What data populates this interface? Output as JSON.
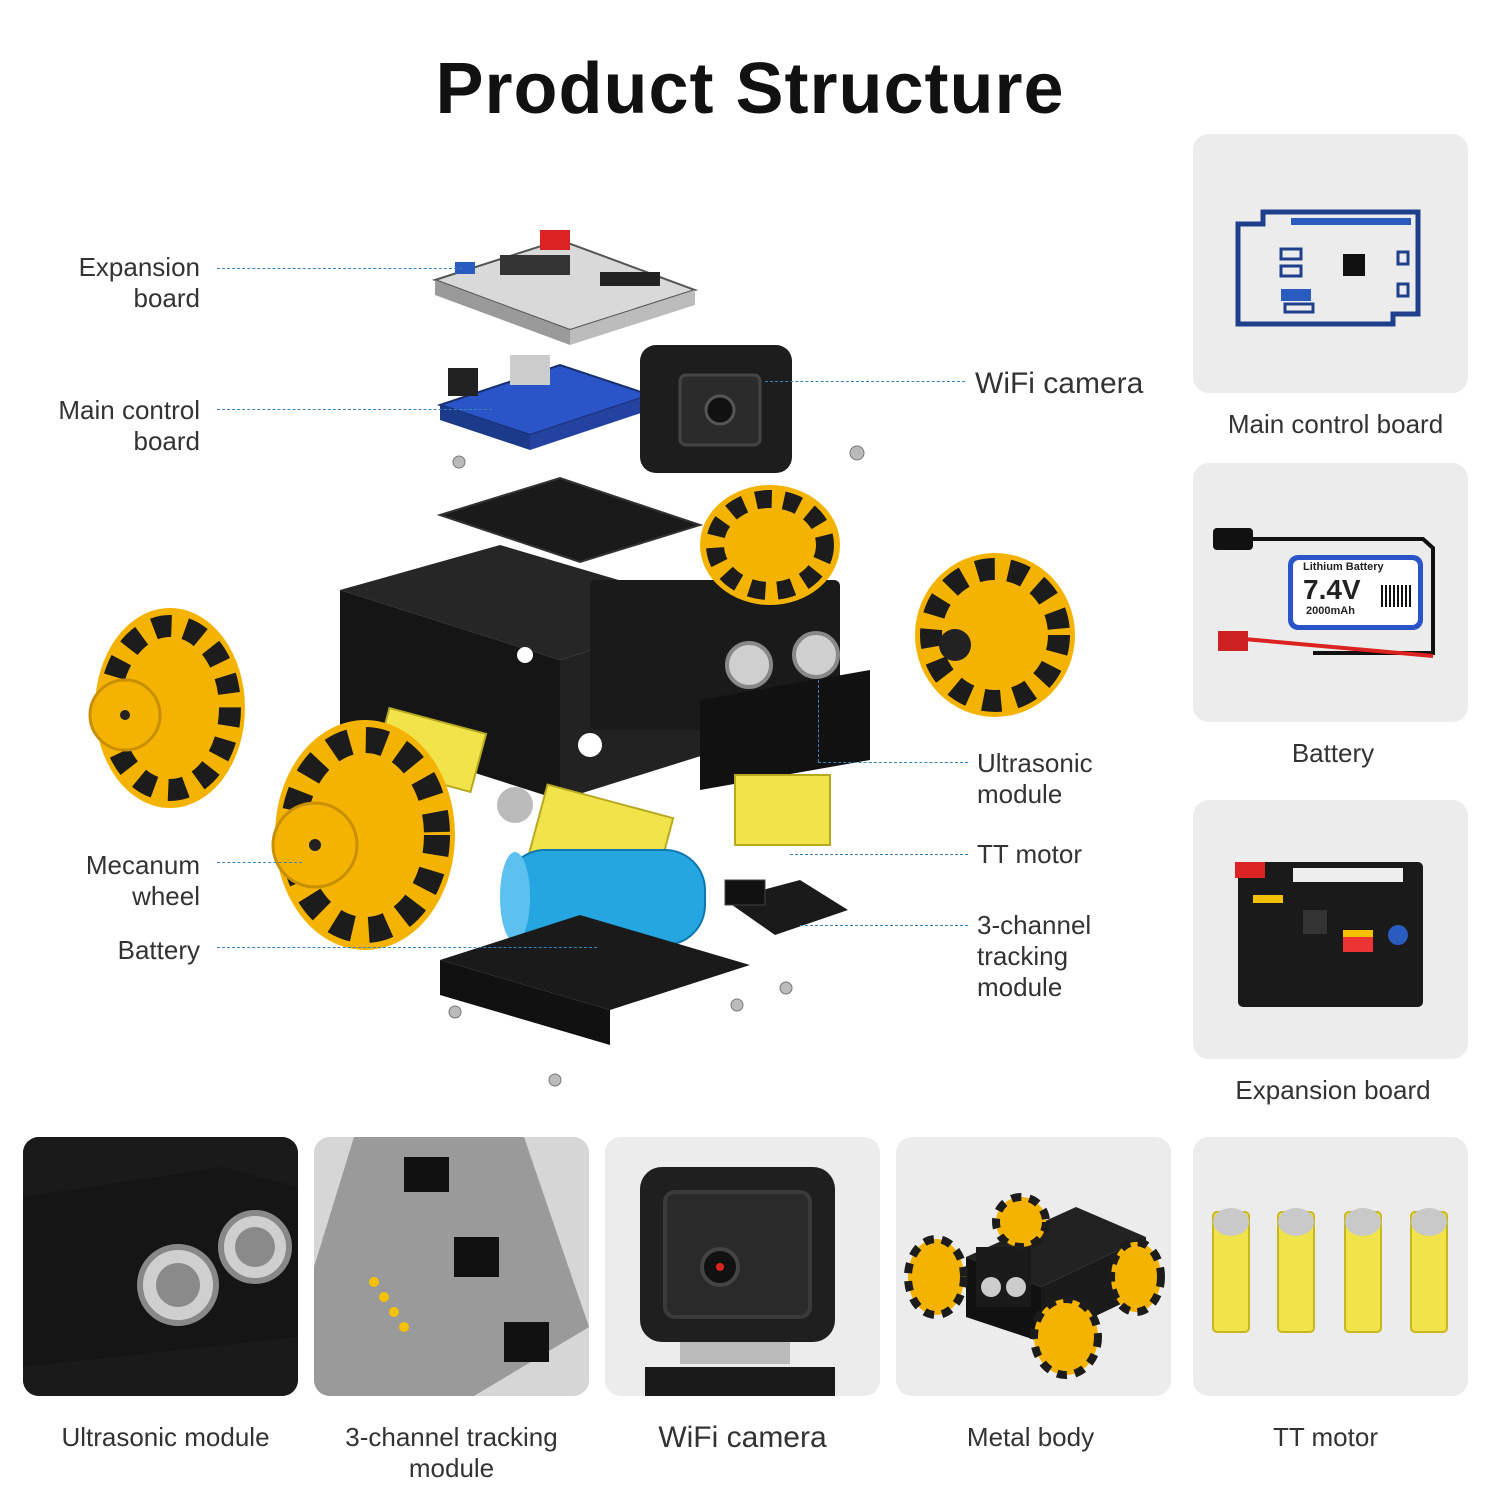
{
  "title": "Product Structure",
  "callouts_left": {
    "expansion_board": [
      "Expansion",
      "board"
    ],
    "main_control_board": [
      "Main control",
      "board"
    ],
    "mecanum_wheel": [
      "Mecanum",
      "wheel"
    ],
    "battery": [
      "Battery"
    ]
  },
  "callouts_right": {
    "wifi_camera": [
      "WiFi camera"
    ],
    "ultrasonic_module": [
      "Ultrasonic",
      "module"
    ],
    "tt_motor": [
      "TT motor"
    ],
    "tracking_module": [
      "3-channel",
      "tracking",
      "module"
    ]
  },
  "side_cards": [
    {
      "caption": "Main control board"
    },
    {
      "caption": "Battery",
      "battery_label": "Lithium Battery",
      "battery_voltage": "7.4V",
      "battery_capacity": "2000mAh"
    },
    {
      "caption": "Expansion board"
    }
  ],
  "bottom_cards": [
    {
      "caption": [
        "Ultrasonic module"
      ]
    },
    {
      "caption": [
        "3-channel tracking",
        "module"
      ]
    },
    {
      "caption": [
        "WiFi camera"
      ]
    },
    {
      "caption": [
        "Metal body"
      ]
    },
    {
      "caption": [
        "TT motor"
      ]
    }
  ],
  "colors": {
    "leader": "#3b83b6",
    "card_bg": "#ececec",
    "wheel_yellow": "#f5b301",
    "roller_black": "#1c1c1c",
    "motor_yellow": "#f1e44a",
    "battery_blue": "#26a6e0",
    "board_blue": "#1f3f8c"
  }
}
